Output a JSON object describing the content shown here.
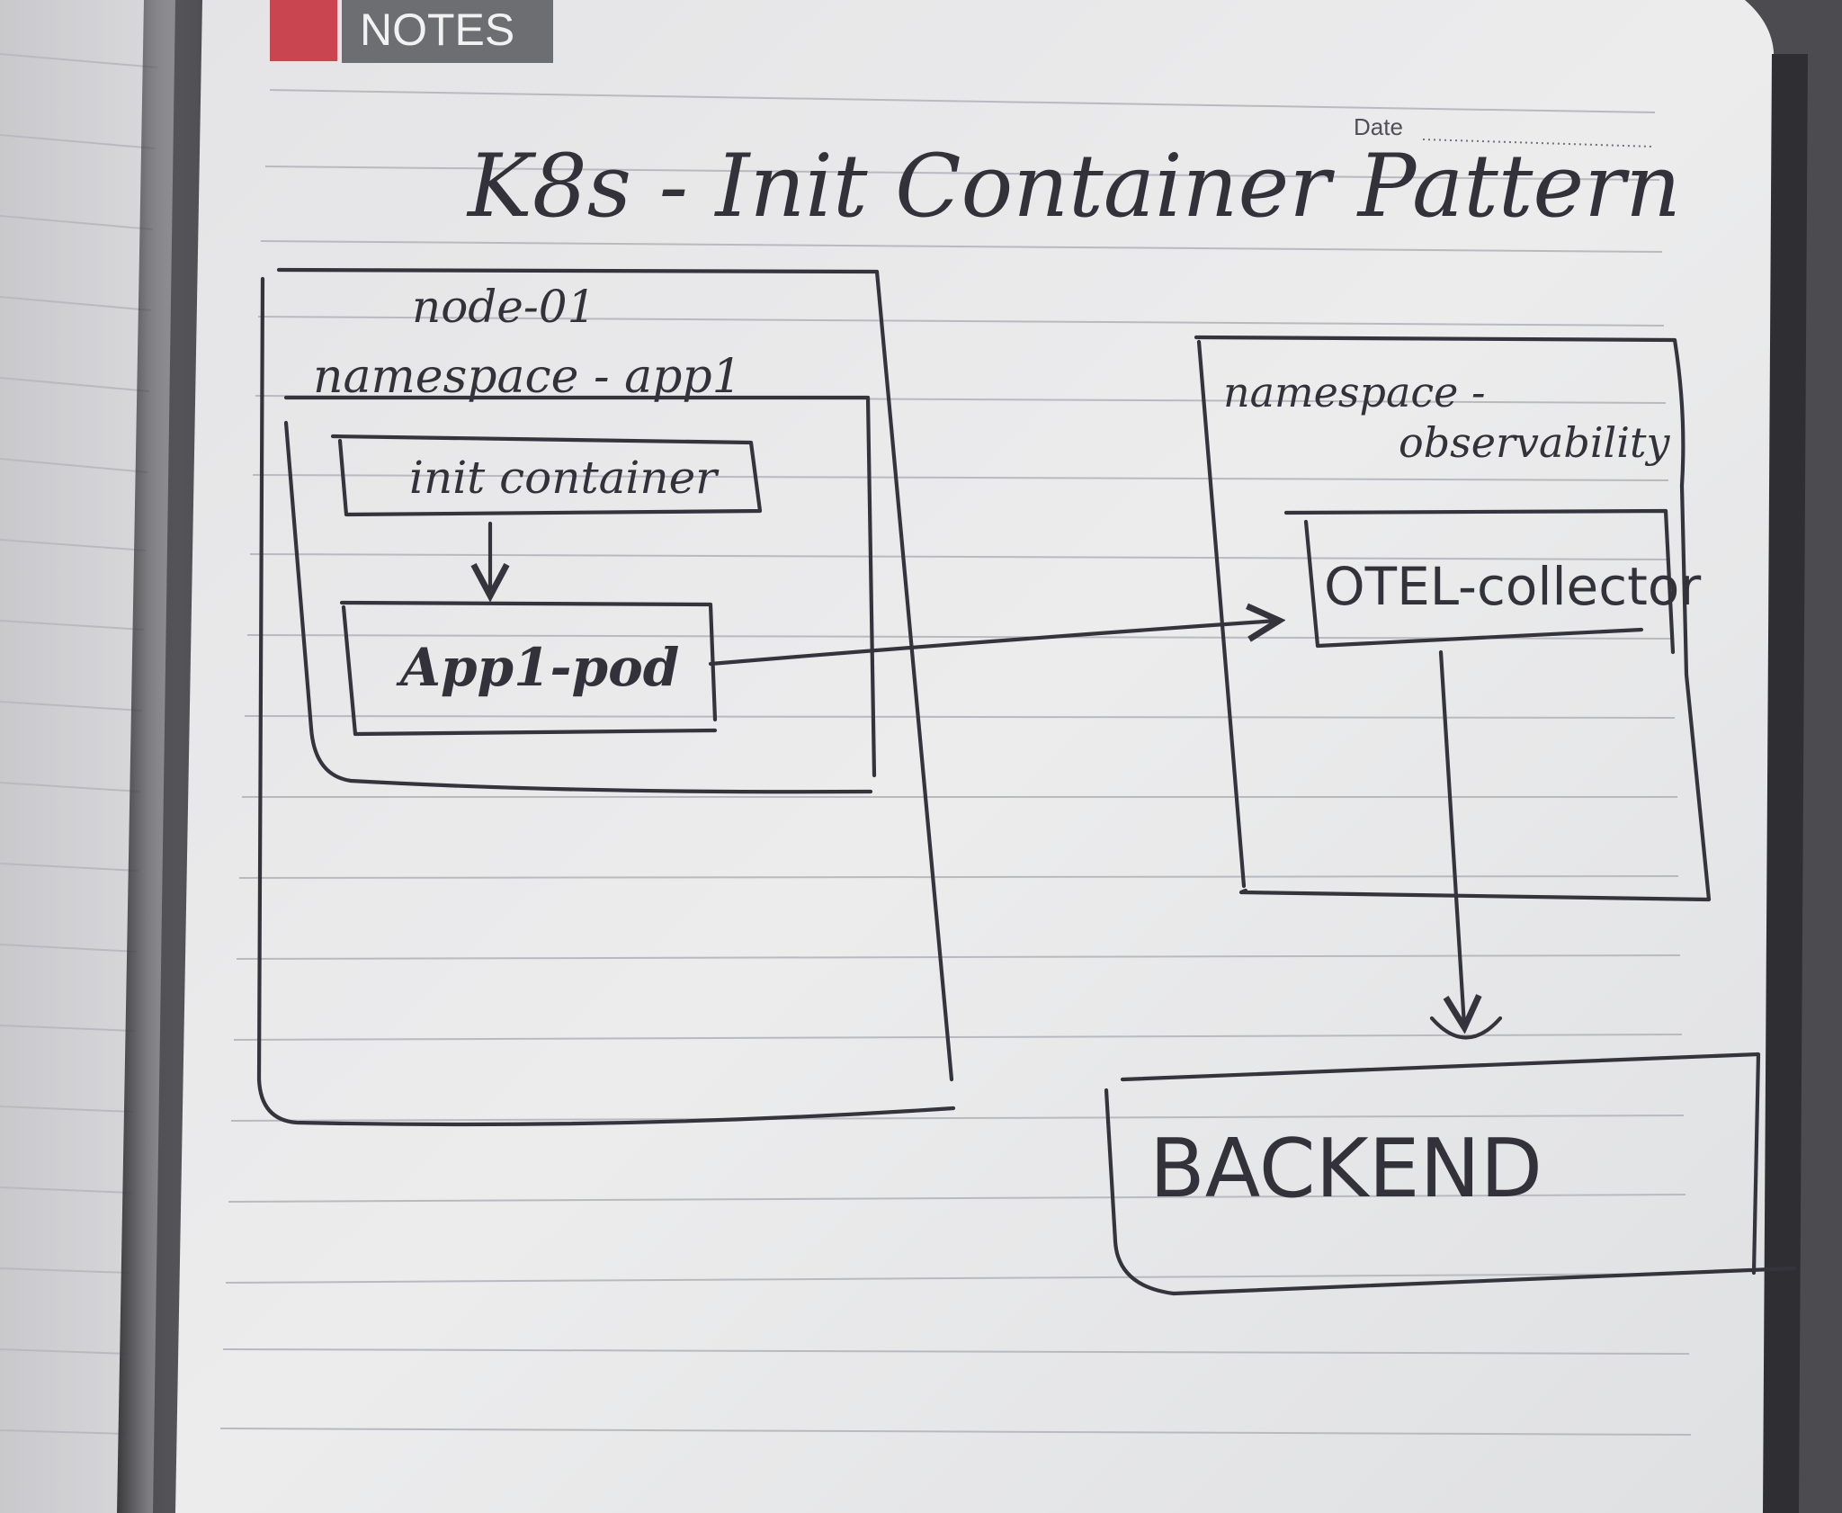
{
  "notebook": {
    "header_label": "NOTES",
    "date_label": "Date",
    "accent_color": "#c9454f",
    "header_color": "#6d6e72"
  },
  "diagram": {
    "title": "K8s - Init Container Pattern",
    "node": {
      "label": "node-01"
    },
    "namespace_app": {
      "label": "namespace - app1"
    },
    "init_container": {
      "label": "init container"
    },
    "app_pod": {
      "label": "App1-pod"
    },
    "namespace_observability": {
      "label_line1": "namespace -",
      "label_line2": "observability"
    },
    "otel_collector": {
      "label": "OTEL-collector"
    },
    "backend": {
      "label": "BACKEND"
    }
  }
}
